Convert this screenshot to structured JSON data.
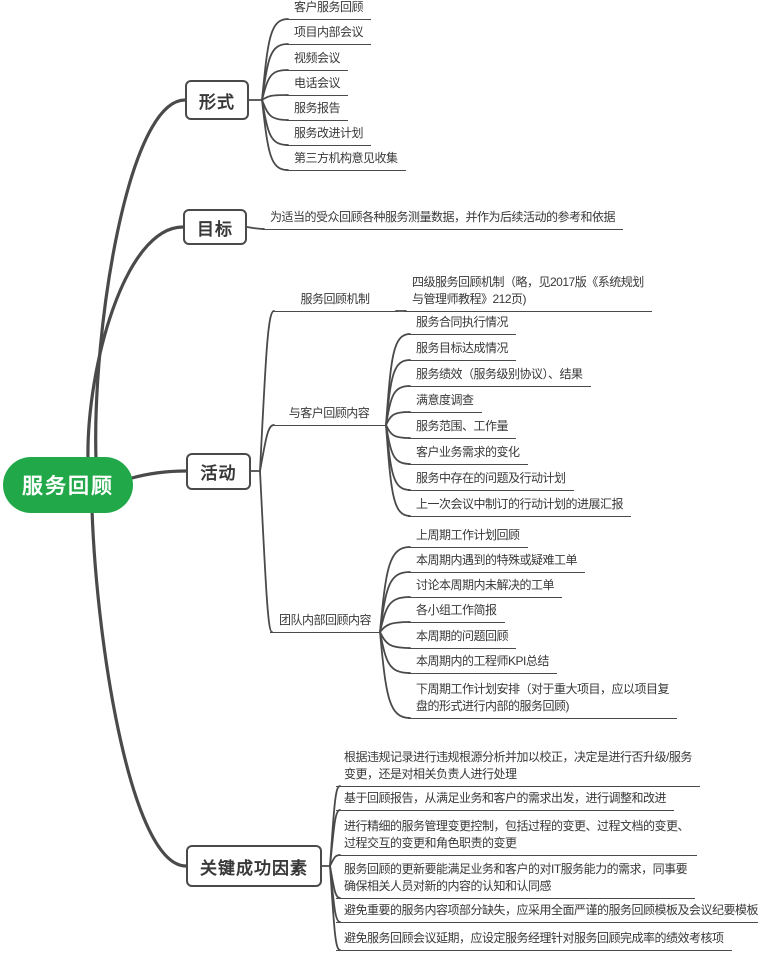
{
  "colors": {
    "root_bg": "#21A848",
    "root_text": "#FFFFFF",
    "line": "#4A4A4A",
    "text": "#383838"
  },
  "root": {
    "label": "服务回顾"
  },
  "branches": [
    {
      "label": "形式",
      "children": [
        {
          "label": "客户服务回顾"
        },
        {
          "label": "项目内部会议"
        },
        {
          "label": "视频会议"
        },
        {
          "label": "电话会议"
        },
        {
          "label": "服务报告"
        },
        {
          "label": "服务改进计划"
        },
        {
          "label": "第三方机构意见收集"
        }
      ]
    },
    {
      "label": "目标",
      "children": [
        {
          "label": "为适当的受众回顾各种服务测量数据，并作为后续活动的参考和依据"
        }
      ]
    },
    {
      "label": "活动",
      "children": [
        {
          "label": "服务回顾机制",
          "children": [
            {
              "label": "四级服务回顾机制（略，见2017版《系统规划\n与管理师教程》212页)"
            }
          ]
        },
        {
          "label": "与客户回顾内容",
          "children": [
            {
              "label": "服务合同执行情况"
            },
            {
              "label": "服务目标达成情况"
            },
            {
              "label": "服务绩效（服务级别协议）、结果"
            },
            {
              "label": "满意度调查"
            },
            {
              "label": "服务范围、工作量"
            },
            {
              "label": "客户业务需求的变化"
            },
            {
              "label": "服务中存在的问题及行动计划"
            },
            {
              "label": "上一次会议中制订的行动计划的进展汇报"
            }
          ]
        },
        {
          "label": "团队内部回顾内容",
          "children": [
            {
              "label": "上周期工作计划回顾"
            },
            {
              "label": "本周期内遇到的特殊或疑难工单"
            },
            {
              "label": "讨论本周期内未解决的工单"
            },
            {
              "label": "各小组工作简报"
            },
            {
              "label": "本周期的问题回顾"
            },
            {
              "label": "本周期内的工程师KPI总结"
            },
            {
              "label": "下周期工作计划安排（对于重大项目，应以项目复\n盘的形式进行内部的服务回顾)"
            }
          ]
        }
      ]
    },
    {
      "label": "关键成功因素",
      "children": [
        {
          "label": "根据违规记录进行违规根源分析并加以校正，决定是进行否升级/服务\n变更，还是对相关负责人进行处理"
        },
        {
          "label": "基于回顾报告，从满足业务和客户的需求出发，进行调整和改进"
        },
        {
          "label": "进行精细的服务管理变更控制，包括过程的变更、过程文档的变更、\n过程交互的变更和角色职责的变更"
        },
        {
          "label": "服务回顾的更新要能满足业务和客户的对IT服务能力的需求，同事要\n确保相关人员对新的内容的认知和认同感"
        },
        {
          "label": "避免重要的服务内容项部分缺失，应采用全面严谨的服务回顾模板及会议纪要模板"
        },
        {
          "label": "避免服务回顾会议延期，应设定服务经理针对服务回顾完成率的绩效考核项"
        }
      ]
    }
  ]
}
